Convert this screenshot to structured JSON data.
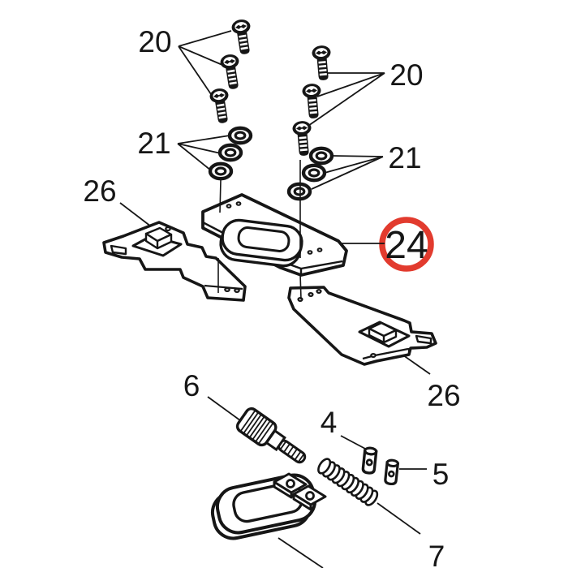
{
  "diagram": {
    "type": "exploded-parts-diagram",
    "colors": {
      "background": "#ffffff",
      "line": "#161616",
      "highlight_ring": "#e23b2e"
    },
    "highlight": {
      "shape": "circle",
      "label": "24"
    },
    "callouts": [
      {
        "id": "screws-top-left",
        "label": "20"
      },
      {
        "id": "screws-top-right",
        "label": "20"
      },
      {
        "id": "washers-left",
        "label": "21"
      },
      {
        "id": "washers-right",
        "label": "21"
      },
      {
        "id": "plate-left",
        "label": "26"
      },
      {
        "id": "plate-right",
        "label": "26"
      },
      {
        "id": "highlighted-part",
        "label": "24"
      },
      {
        "id": "thumb-screw",
        "label": "6"
      },
      {
        "id": "pin-upper",
        "label": "4"
      },
      {
        "id": "pin-lower",
        "label": "5"
      },
      {
        "id": "spring",
        "label": "7"
      }
    ]
  }
}
